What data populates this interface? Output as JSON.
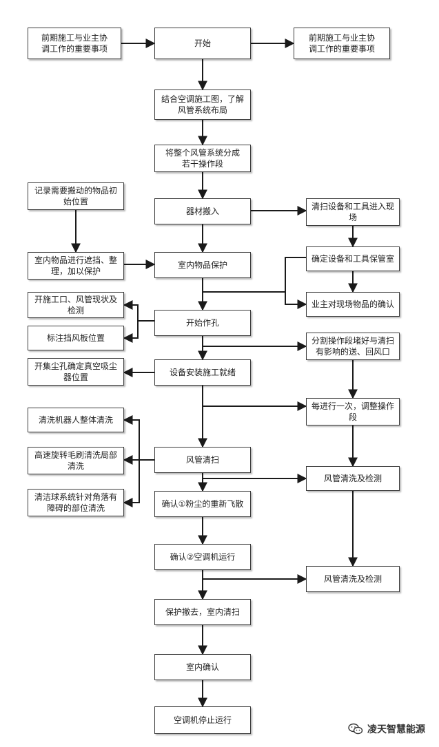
{
  "nodes": {
    "n_left_top": "前期施工与业主协\n调工作的重要事项",
    "n_start": "开始",
    "n_right_top": "前期施工与业主协\n调工作的重要事项",
    "n_combine": "结合空调施工图，了解\n风管系统布局",
    "n_split": "将整个风管系统分成\n若干操作段",
    "n_record": "记录需要搬动的物品初\n始位置",
    "n_move": "器材搬入",
    "n_clean_tools": "清扫设备和工具进入现\n场",
    "n_cover": "室内物品进行遮挡、整\n理，加以保护",
    "n_protect": "室内物品保护",
    "n_tool_room": "确定设备和工具保管室",
    "n_owner_confirm": "业主对现场物品的确认",
    "n_open_inspect": "开施工口、风管现状及\n检测",
    "n_start_hole": "开始作孔",
    "n_mark_damper": "标注挡风板位置",
    "n_seal": "分割操作段堵好与清扫\n有影响的送、回风口",
    "n_dust_hole": "开集尘孔确定真空吸尘\n器位置",
    "n_equip_ready": "设备安装施工就绪",
    "n_adjust": "每进行一次，调整操作\n段",
    "n_robot": "清洗机器人整体清洗",
    "n_brush": "高速旋转毛刷清洗局部\n清洗",
    "n_duct_clean": "风管清扫",
    "n_detect1": "风管清洗及检测",
    "n_ball": "清洁球系统针对角落有\n障碍的部位清洗",
    "n_confirm1": "确认①粉尘的重新飞散",
    "n_confirm2": "确认②空调机运行",
    "n_detect2": "风管清洗及检测",
    "n_remove": "保护撤去，室内清扫",
    "n_indoor_confirm": "室内确认",
    "n_stop": "空调机停止运行"
  },
  "watermark": {
    "text": "凌天智慧能源",
    "icon": "wechat-icon"
  },
  "colors": {
    "stroke": "#1a1a1a",
    "box_border": "#3a3a3a"
  }
}
